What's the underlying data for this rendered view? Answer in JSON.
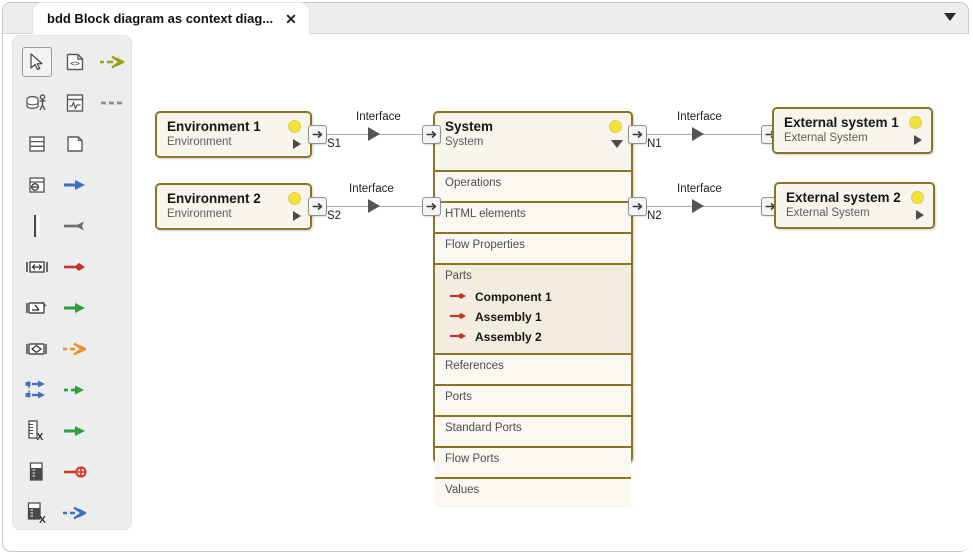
{
  "window": {
    "tab": {
      "title": "bdd Block diagram as context diag...",
      "close_label": "✕"
    },
    "menu_icon": "chevron-down-icon"
  },
  "palette": {
    "rows": [
      {
        "icons": [
          "cursor-select-icon",
          "document-code-icon",
          "olive-dashed-arrow-icon"
        ],
        "selected_index": 0
      },
      {
        "icons": [
          "actor-database-icon",
          "signal-box-icon",
          "gray-dashes-icon"
        ],
        "selected_index": -1
      },
      {
        "icons": [
          "table-rows-icon",
          "page-icon",
          ""
        ],
        "selected_index": -1
      },
      {
        "icons": [
          "input-box-icon",
          "blue-arrow-icon",
          ""
        ],
        "selected_index": -1
      },
      {
        "icons": [
          "vertical-bar-icon",
          "gray-pin-arrow-icon",
          ""
        ],
        "selected_index": -1
      },
      {
        "icons": [
          "port-bidirectional-icon",
          "red-diamond-arrow-icon",
          ""
        ],
        "selected_index": -1
      },
      {
        "icons": [
          "port-out-icon",
          "green-arrow-icon",
          ""
        ],
        "selected_index": -1
      },
      {
        "icons": [
          "port-inout-icon",
          "orange-dashed-arrow-icon",
          ""
        ],
        "selected_index": -1
      },
      {
        "icons": [
          "multi-port-icon",
          "green-dashed-arrow-icon",
          ""
        ],
        "selected_index": -1
      },
      {
        "icons": [
          "ruler-x-icon",
          "green-arrow-icon",
          ""
        ],
        "selected_index": -1
      },
      {
        "icons": [
          "beaker-icon",
          "red-circle-arrow-icon",
          ""
        ],
        "selected_index": -1
      },
      {
        "icons": [
          "beaker-x-icon",
          "blue-dashed-arrow-icon",
          ""
        ],
        "selected_index": -1
      }
    ]
  },
  "diagram": {
    "blocks": [
      {
        "id": "environment-1",
        "name": "Environment 1",
        "stereotype": "Environment",
        "marker": "triangle-right",
        "has_dot": true
      },
      {
        "id": "environment-2",
        "name": "Environment 2",
        "stereotype": "Environment",
        "marker": "triangle-right",
        "has_dot": true
      },
      {
        "id": "system",
        "name": "System",
        "stereotype": "System",
        "marker": "triangle-down",
        "has_dot": true,
        "compartments": [
          {
            "label": "Operations",
            "type": "simple"
          },
          {
            "label": "HTML elements",
            "type": "simple"
          },
          {
            "label": "Flow Properties",
            "type": "simple"
          },
          {
            "label": "Parts",
            "type": "list",
            "items": [
              {
                "label": "Component 1",
                "icon": "red-diamond-arrow-icon"
              },
              {
                "label": "Assembly 1",
                "icon": "red-diamond-arrow-icon"
              },
              {
                "label": "Assembly 2",
                "icon": "red-diamond-arrow-icon"
              }
            ]
          },
          {
            "label": "References",
            "type": "simple"
          },
          {
            "label": "Ports",
            "type": "simple"
          },
          {
            "label": "Standard Ports",
            "type": "simple"
          },
          {
            "label": "Flow Ports",
            "type": "simple"
          },
          {
            "label": "Values",
            "type": "simple"
          }
        ]
      },
      {
        "id": "external-system-1",
        "name": "External system 1",
        "stereotype": "External System",
        "marker": "triangle-right",
        "has_dot": true
      },
      {
        "id": "external-system-2",
        "name": "External system 2",
        "stereotype": "External System",
        "marker": "triangle-right",
        "has_dot": true
      }
    ],
    "connectors": [
      {
        "id": "conn-s1",
        "label": "Interface",
        "port_label": "S1"
      },
      {
        "id": "conn-s2",
        "label": "Interface",
        "port_label": "S2"
      },
      {
        "id": "conn-n1",
        "label": "Interface",
        "port_label": "N1"
      },
      {
        "id": "conn-n2",
        "label": "Interface",
        "port_label": "N2"
      }
    ]
  },
  "colors": {
    "block_border": "#8a7425",
    "block_header_bg": "#f7f5ec",
    "parts_bg": "#f3ede0",
    "dot": "#f2e23a",
    "line": "#aeaeae",
    "arrowhead": "#555555"
  }
}
